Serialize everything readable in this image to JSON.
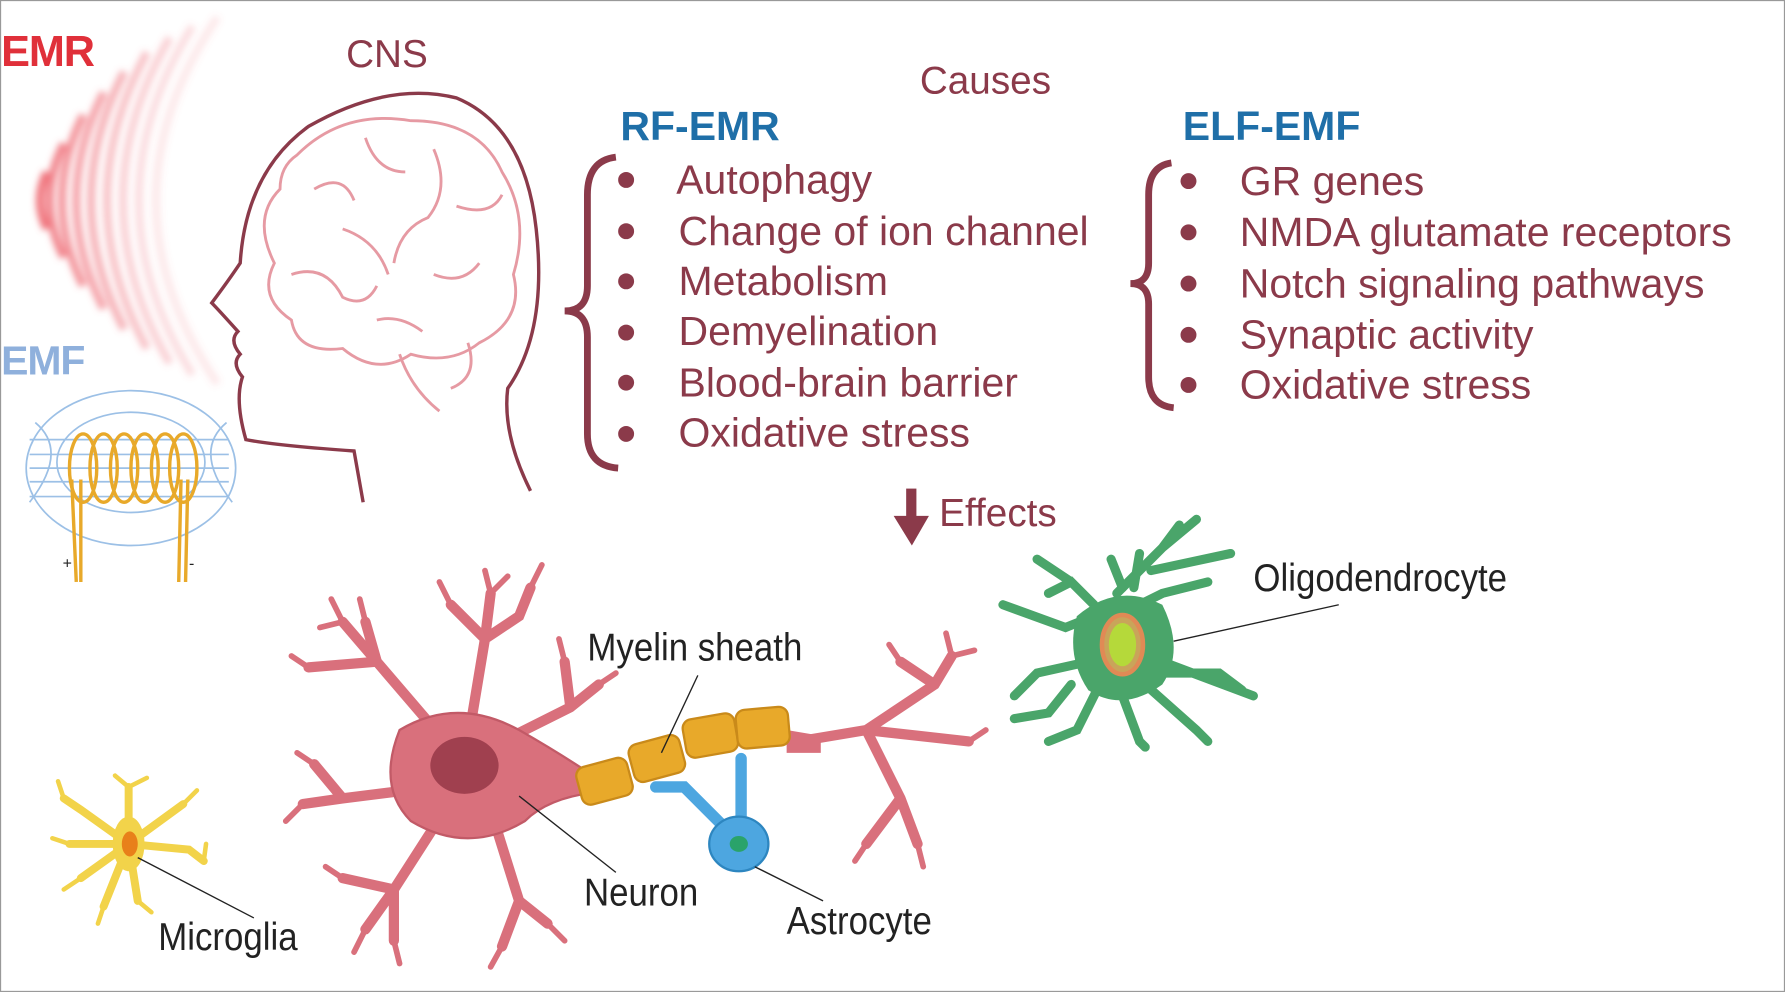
{
  "labels": {
    "emr": "EMR",
    "emf": "EMF",
    "cns": "CNS",
    "causes": "Causes",
    "effects": "Effects",
    "coil_plus": "+",
    "coil_minus": "-"
  },
  "rf_emr": {
    "title": "RF-EMR",
    "items": [
      "Autophagy",
      "Change of ion channel",
      "Metabolism",
      "Demyelination",
      "Blood-brain barrier",
      "Oxidative stress"
    ]
  },
  "elf_emf": {
    "title": "ELF-EMF",
    "items": [
      "GR genes",
      "NMDA glutamate receptors",
      "Notch signaling pathways",
      "Synaptic activity",
      "Oxidative stress"
    ]
  },
  "cells": {
    "myelin": "Myelin sheath",
    "neuron": "Neuron",
    "astrocyte": "Astrocyte",
    "microglia": "Microglia",
    "oligodendrocyte": "Oligodendrocyte"
  },
  "colors": {
    "emr": "#e0303a",
    "emf": "#8fb0dc",
    "text": "#8b3a4a",
    "heading": "#1f6fa8",
    "neuron": "#d9707c",
    "myelin": "#e8a92a",
    "astrocyte": "#4da6e0",
    "oligodendrocyte": "#4aa56a",
    "microglia": "#f2d34a"
  }
}
